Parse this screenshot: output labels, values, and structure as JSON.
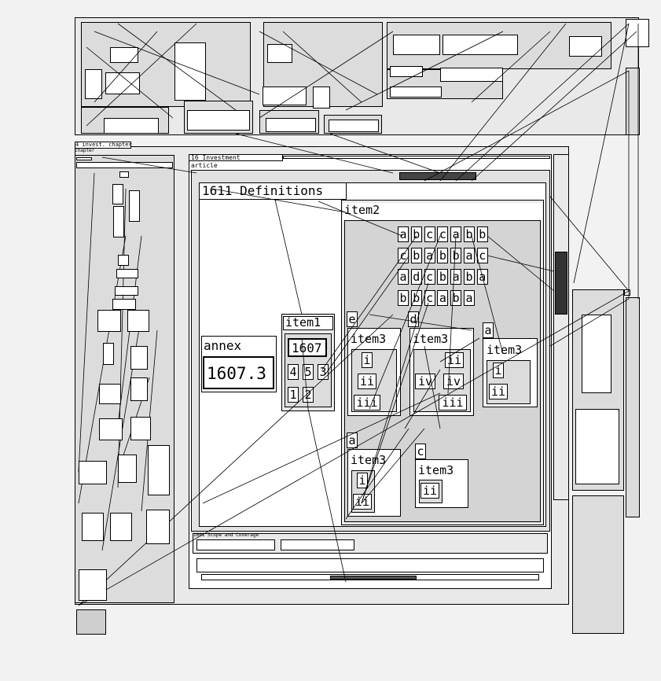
{
  "section": {
    "title": "16 Investment",
    "subtitle": "article"
  },
  "chapter": {
    "header": "4 invest. chapter",
    "title": "chapter"
  },
  "definitions": {
    "title": "1611 Definitions"
  },
  "annex": {
    "title": "annex",
    "value": "1607.3"
  },
  "item1": {
    "title": "item1",
    "ref": "1607",
    "cells": [
      "4",
      "5",
      "3",
      "1",
      "2"
    ]
  },
  "item2": {
    "title": "item2",
    "grid": [
      [
        "a",
        "b",
        "c",
        "c",
        "a",
        "b",
        "b"
      ],
      [
        "c",
        "b",
        "a",
        "b",
        "b",
        "a",
        "c"
      ],
      [
        "a",
        "d",
        "c",
        "b",
        "a",
        "b",
        "a"
      ],
      [
        "b",
        "b",
        "c",
        "a",
        "b",
        "a"
      ]
    ],
    "tags": [
      "e",
      "d",
      "a",
      "a",
      "c"
    ]
  },
  "item3": {
    "title": "item3",
    "n1": [
      "i",
      "ii",
      "iii"
    ],
    "n2": [
      "ii",
      "iv",
      "iv",
      "iii"
    ],
    "n3": [
      "i",
      "ii"
    ],
    "n4": [
      "i",
      "ii"
    ],
    "n5": [
      "ii"
    ]
  },
  "lower": {
    "title": "1601 Scope and Coverage"
  }
}
